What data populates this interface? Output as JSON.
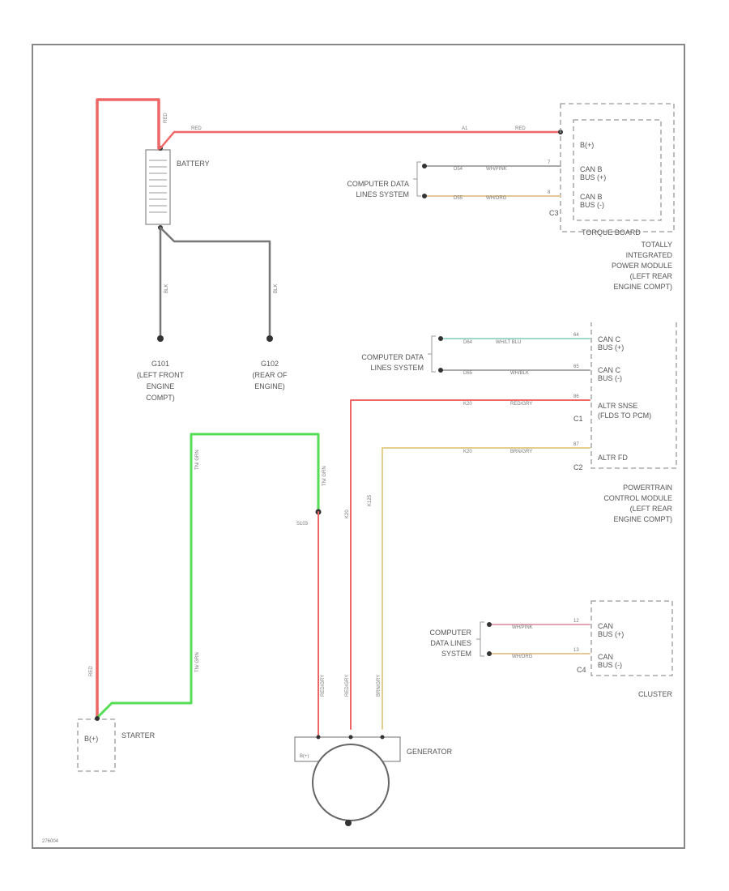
{
  "battery": {
    "label": "BATTERY",
    "pos_wire": "RED",
    "neg_wire_1": "BLK",
    "neg_wire_2": "BLK"
  },
  "grounds": {
    "g101": {
      "id": "G101",
      "line1": "(LEFT FRONT",
      "line2": "ENGINE",
      "line3": "COMPT)"
    },
    "g102": {
      "id": "G102",
      "line1": "(REAR OF",
      "line2": "ENGINE)"
    }
  },
  "tipm": {
    "fuse_label": "TORQUE BOARD",
    "name_lines": [
      "TOTALLY",
      "INTEGRATED",
      "POWER MODULE",
      "(LEFT REAR",
      "ENGINE COMPT)"
    ],
    "b_plus": "B(+)",
    "can_b_pos": "CAN B",
    "can_b_pos2": "BUS (+)",
    "can_b_neg": "CAN B",
    "can_b_neg2": "BUS (-)",
    "conn": "C3",
    "wire_red": "RED",
    "wire_red_circ": "A1",
    "data_label_1": "COMPUTER DATA",
    "data_label_2": "LINES SYSTEM",
    "w1_code": "D54",
    "w1_color": "WH/PINK",
    "w1_pin": "7",
    "w2_code": "D55",
    "w2_color": "WH/ORG",
    "w2_pin": "8"
  },
  "pcm": {
    "name_lines": [
      "POWERTRAIN",
      "CONTROL MODULE",
      "(LEFT REAR",
      "ENGINE COMPT)"
    ],
    "can_c_pos": "CAN C",
    "can_c_pos2": "BUS (+)",
    "can_c_neg": "CAN C",
    "can_c_neg2": "BUS (-)",
    "field": "ALTR SNSE",
    "field2": "(FLDS TO PCM)",
    "alt_fd": "ALTR FD",
    "conn1": "C1",
    "conn2": "C2",
    "data_label_1": "COMPUTER DATA",
    "data_label_2": "LINES SYSTEM",
    "w1_code": "D64",
    "w1_color": "WH/LT BLU",
    "w1_pin": "64",
    "w2_code": "D65",
    "w2_color": "WH/BLK",
    "w2_pin": "65",
    "w3_code": "K20",
    "w3_color": "RED/GRY",
    "w3_pin": "86",
    "w4_code": "K20",
    "w4_color": "BRN/GRY",
    "w4_pin": "87"
  },
  "cluster": {
    "label": "CLUSTER",
    "can_pos": "CAN",
    "can_pos2": "BUS (+)",
    "can_neg": "CAN",
    "can_neg2": "BUS (-)",
    "conn": "C4",
    "data_label_1": "COMPUTER",
    "data_label_2": "DATA LINES",
    "data_label_3": "SYSTEM",
    "w1_color": "WH/PINK",
    "w1_pin": "12",
    "w2_color": "WH/ORG",
    "w2_pin": "13"
  },
  "starter": {
    "label": "STARTER",
    "terminal": "B(+)",
    "wire_red": "RED"
  },
  "generator": {
    "label": "GENERATOR",
    "terminal": "B(+)"
  },
  "splice": {
    "label": "S103"
  },
  "wires": {
    "tan_gry_1": "TN/ GRN",
    "tan_gry_2": "TN/ GRN",
    "tan_gry_3": "TN/ GRN",
    "red_gry_1": "RED/GRY",
    "red_gry_2": "RED/GRY",
    "brn_gry": "BRN/GRY",
    "k20": "K20",
    "k125": "K125"
  },
  "footer": {
    "code": "276004"
  }
}
